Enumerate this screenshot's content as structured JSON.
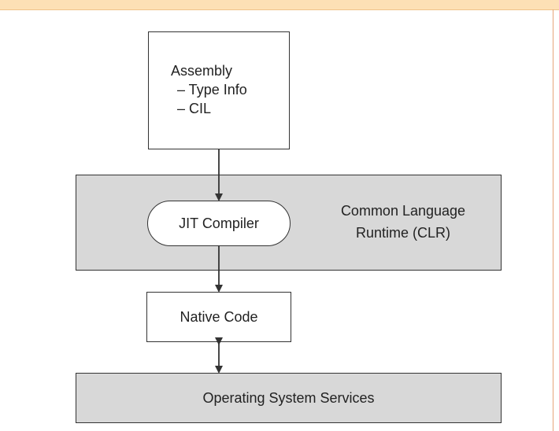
{
  "diagram": {
    "assembly": {
      "title": "Assembly",
      "items": [
        "– Type Info",
        "– CIL"
      ]
    },
    "clr": {
      "line1": "Common Language",
      "line2": "Runtime (CLR)"
    },
    "jit_label": "JIT Compiler",
    "native_label": "Native Code",
    "os_label": "Operating System Services"
  },
  "colors": {
    "banner": "#fde0b5",
    "band_fill": "#d8d8d8",
    "stroke": "#333333"
  }
}
